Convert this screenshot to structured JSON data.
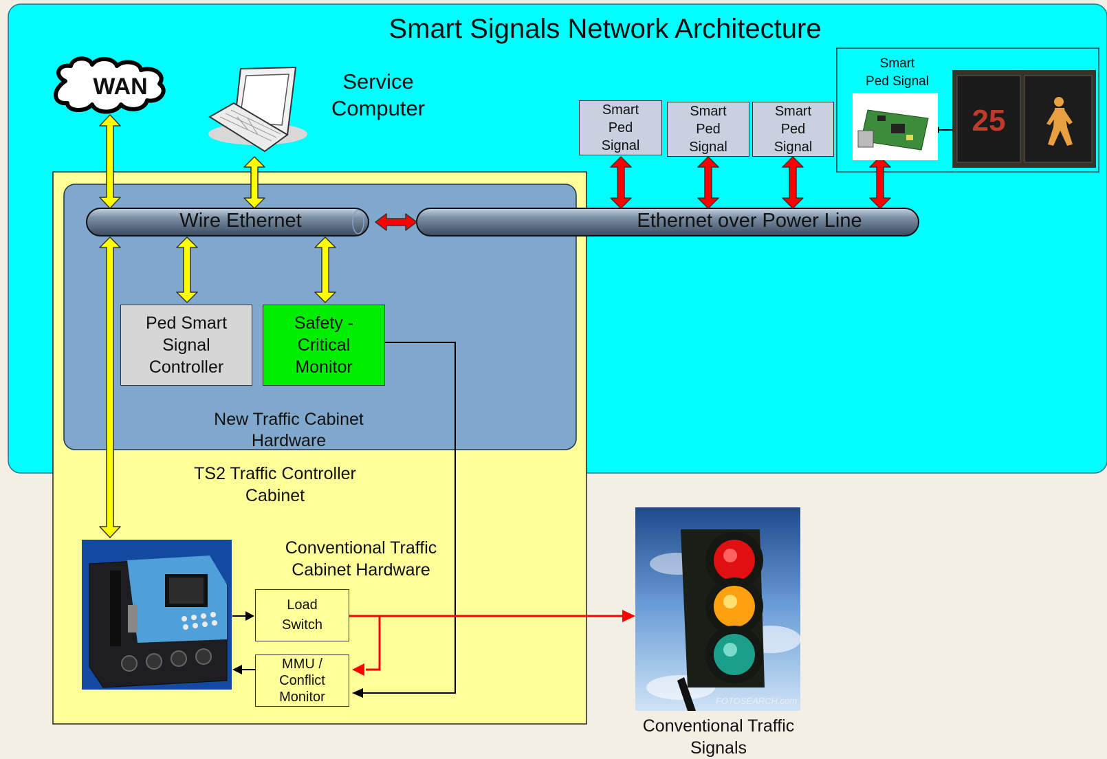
{
  "title": "Smart Signals Network Architecture",
  "wan": "WAN",
  "service_computer": "Service\nComputer",
  "smart_ped_signal_box": "Smart\nPed Signal",
  "ped_signals": [
    "Smart\nPed\nSignal",
    "Smart\nPed\nSignal",
    "Smart\nPed\nSignal"
  ],
  "wire_ethernet": "Wire Ethernet",
  "powerline": "Ethernet over Power Line",
  "ped_controller": "Ped Smart\nSignal\nController",
  "safety_monitor": "Safety -\nCritical\nMonitor",
  "new_cabinet": "New Traffic Cabinet\nHardware",
  "ts2_cabinet": "TS2   Traffic Controller\nCabinet",
  "conventional_hw": "Conventional Traffic\nCabinet Hardware",
  "load_switch": "Load\nSwitch",
  "mmu": "MMU /\nConflict\nMonitor",
  "traffic_signals_caption": "Conventional Traffic\nSignals",
  "photo_watermark": "FOTOSEARCH.com",
  "colors": {
    "network_bg": "#00ffff",
    "cabinet_yellow": "#ffff99",
    "new_cabinet_blue": "#7fa8cc",
    "safety_green": "#00ee00",
    "controller_gray": "#d6d6d6",
    "ped_box_gray": "#c9d0e0",
    "yellow_arrow": "#ffff00",
    "red_arrow": "#ff0000"
  },
  "icons": [
    "cloud-icon",
    "laptop-icon",
    "ethernet-module-image",
    "pedestrian-signal-image",
    "traffic-controller-image",
    "traffic-light-image"
  ]
}
